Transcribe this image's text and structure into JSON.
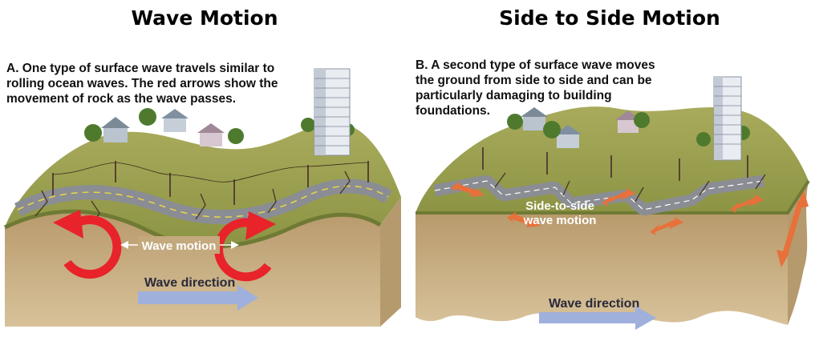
{
  "titles": {
    "left": "Wave Motion",
    "right": "Side to Side Motion"
  },
  "panel_a": {
    "caption_lines": [
      "A. One type of surface wave travels similar to",
      "rolling ocean waves. The red arrows show the",
      "movement of rock as the wave passes."
    ],
    "wave_motion_label": "Wave motion",
    "wave_direction_label": "Wave direction"
  },
  "panel_b": {
    "caption_lines": [
      "B. A second type of surface wave moves",
      "the ground from side to side and can be",
      "particularly damaging to building",
      "foundations."
    ],
    "side_label_lines": [
      "Side-to-side",
      "wave motion"
    ],
    "wave_direction_label": "Wave direction"
  },
  "colors": {
    "grass": "#9aa04e",
    "soil": "#c8ae82",
    "road": "#8a8d93",
    "rotation_arrow": "#e8232a",
    "side_arrow": "#e8703a",
    "direction_arrow": "#9fb0dc"
  }
}
